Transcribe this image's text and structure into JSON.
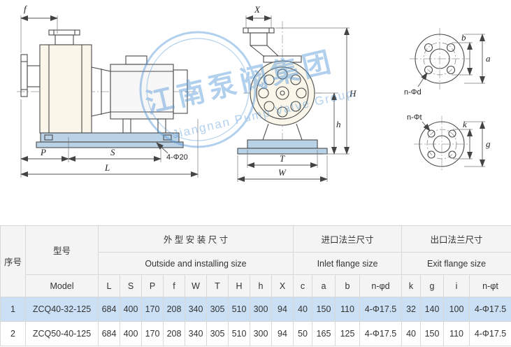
{
  "watermark": {
    "line1": "江南泵阀集团",
    "line2": "Jiangnan Pump Valve Group"
  },
  "drawings": {
    "side_view": {
      "dim_f": "f",
      "dim_P": "P",
      "dim_S": "S",
      "dim_L": "L",
      "bolt_note": "4-Φ20"
    },
    "front_view": {
      "dim_X": "X",
      "dim_H": "H",
      "dim_h": "h",
      "dim_T": "T",
      "dim_W": "W"
    },
    "inlet_flange": {
      "bolt_note": "n-Φd",
      "dim_a": "a",
      "dim_b": "b"
    },
    "outlet_flange": {
      "bolt_note": "n-Φt",
      "dim_k": "k",
      "dim_g": "g"
    }
  },
  "table": {
    "headers": {
      "serial": "序号",
      "model_cn": "型号",
      "model_en": "Model",
      "outside_cn": "外 型 安 装 尺 寸",
      "outside_en": "Outside and installing size",
      "inlet_cn": "进口法兰尺寸",
      "inlet_en": "Inlet flange size",
      "exit_cn": "出口法兰尺寸",
      "exit_en": "Exit flange size",
      "columns": [
        "L",
        "S",
        "P",
        "f",
        "W",
        "T",
        "H",
        "h",
        "X",
        "c",
        "a",
        "b",
        "n-φd",
        "k",
        "g",
        "i",
        "n-φt"
      ]
    },
    "rows": [
      {
        "no": "1",
        "model": "ZCQ40-32-125",
        "values": [
          "684",
          "400",
          "170",
          "208",
          "340",
          "305",
          "510",
          "300",
          "94",
          "40",
          "150",
          "110",
          "4-Φ17.5",
          "32",
          "140",
          "100",
          "4-Φ17.5"
        ]
      },
      {
        "no": "2",
        "model": "ZCQ50-40-125",
        "values": [
          "684",
          "400",
          "170",
          "208",
          "340",
          "305",
          "510",
          "300",
          "94",
          "50",
          "165",
          "125",
          "4-Φ17.5",
          "40",
          "150",
          "110",
          "4-Φ17.5"
        ]
      }
    ]
  },
  "colors": {
    "highlight_row": "#cbe0f5",
    "header_bg": "#f4f4f4",
    "border": "#d8d8d8",
    "watermark": "#5598d9"
  }
}
